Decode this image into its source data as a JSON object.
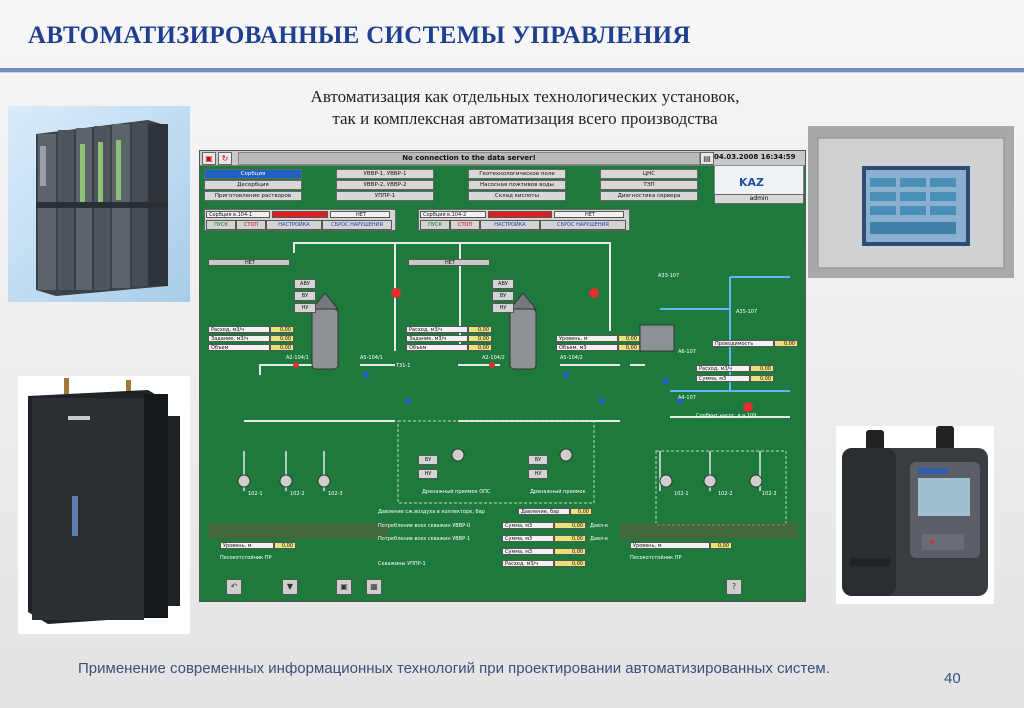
{
  "slide": {
    "title": "АВТОМАТИЗИРОВАННЫЕ СИСТЕМЫ УПРАВЛЕНИЯ",
    "subtitle_line1": "Автоматизация как отдельных технологических установок,",
    "subtitle_line2": "так и комплексная автоматизация всего производства",
    "footer": "Применение современных информационных технологий при проектировании автоматизированных систем.",
    "page_number": "40"
  },
  "scada": {
    "status_message": "No connection to the data server!",
    "datetime": "04.03.2008 16:34:59",
    "logo_text": "KAZ",
    "user": "admin",
    "nav_col1": [
      "Сорбция",
      "Десорбция",
      "Приготовление растворов"
    ],
    "nav_col2": [
      "УВВР-1, УВВР-1",
      "УВВР-2, УВВР-2",
      "УППР-1"
    ],
    "nav_col3": [
      "Геотехнологическое поле",
      "Насосная пожтивов воды",
      "Склад кислоты"
    ],
    "nav_col4": [
      "ЦНС",
      "ТЭП",
      "Диагностика сервера"
    ],
    "column1": {
      "name": "Сорбция в.104-1",
      "status": "НЕТ",
      "btn_start": "ПУСК",
      "btn_stop": "СТОП",
      "btn_setup": "НАСТРОЙКА",
      "btn_reset": "СБРОС НАРУШЕНИЯ",
      "mode": "НЕТ",
      "rows": [
        "Расход, м3/ч",
        "Задание, м3/ч",
        "Объем"
      ],
      "ab_labels": [
        "АВУ",
        "ВУ",
        "НУ"
      ]
    },
    "column2": {
      "name": "Сорбция в.104-2",
      "status": "НЕТ",
      "btn_start": "ПУСК",
      "btn_stop": "СТОП",
      "btn_setup": "НАСТРОЙКА",
      "btn_reset": "СБРОС НАРУШЕНИЯ",
      "mode": "НЕТ",
      "rows": [
        "Расход, м3/ч",
        "Задание, м3/ч",
        "Объем"
      ]
    },
    "right_side": {
      "rows1": [
        "Уровень, м",
        "Объем, м3"
      ],
      "conductivity": "Проводимость",
      "rows2": [
        "Расход, м3/ч",
        "Сумма, м3"
      ],
      "tank_label": "Сорбент насос, в.ч 109"
    },
    "tag_labels": [
      "А2-104/1",
      "А5-104/1",
      "Т31-1",
      "А2-104/2",
      "А5-104/2",
      "А33-107",
      "А35-107",
      "А6-107",
      "А4-107"
    ],
    "bottom": {
      "pressure": "Давление сж.воздуха в коллекторе, бар",
      "pressure_field": "Давление, бар",
      "consumption_uvvr": "Потребление всех скважин УВВР-0",
      "consumption_uvvr2": "Потребление всех скважин УВВР-1",
      "consumption_uppr": "Скважины УППР-1",
      "sum_label": "Сумма, м3",
      "flow_label": "Расход, м3/ч",
      "level": "Уровень, м",
      "value_zero": "0,00",
      "settler_left": "Песокотстойник ПР",
      "settler_right": "Песокотстойник ПР",
      "drain1": "Дренажный приямок ОПС",
      "drain2": "Дренажный приямок",
      "wells_left": [
        "102-1",
        "102-2",
        "102-3"
      ],
      "wells_right": [
        "102-1",
        "102-2",
        "102-3"
      ],
      "spigot": "Давл-е",
      "nu": "НУ",
      "vu": "ВУ"
    },
    "bottom_icons": [
      "undo-icon",
      "down-icon",
      "save-icon",
      "chart-icon",
      "help-icon"
    ]
  }
}
